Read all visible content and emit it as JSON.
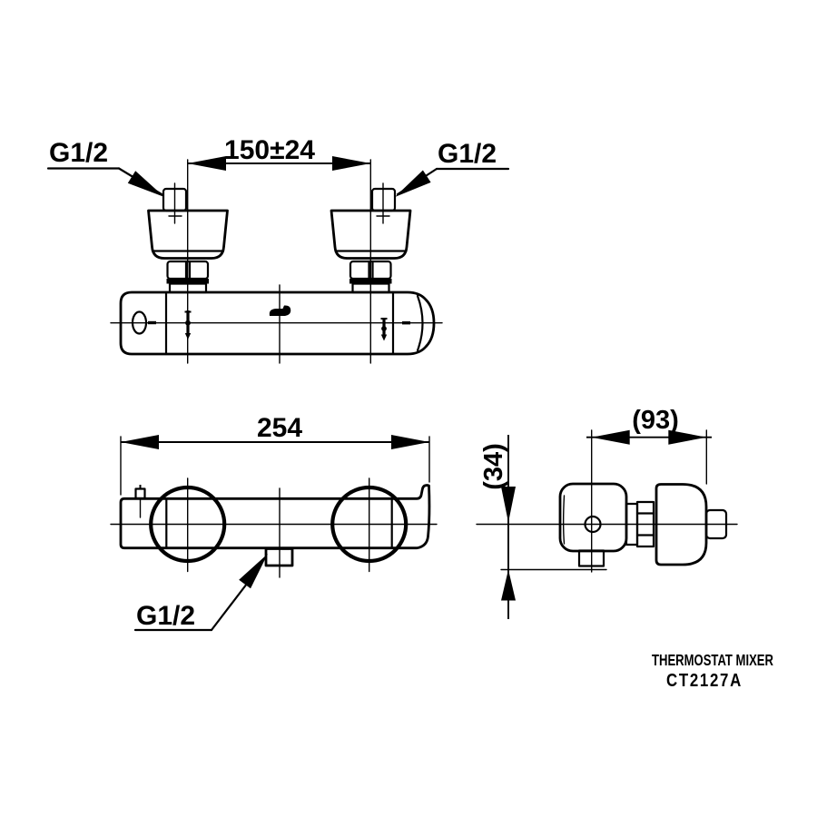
{
  "drawing": {
    "product": {
      "name": "THERMOSTAT MIXER",
      "model": "CT2127A"
    },
    "labels": {
      "thread_top_left": "G1/2",
      "thread_top_right": "G1/2",
      "thread_bottom": "G1/2",
      "inlet_spacing": "150±24",
      "overall_width": "254",
      "depth": "(93)",
      "outlet_drop": "(34)"
    },
    "views": {
      "top": "plan view of mixer body with two eccentric G1/2 inlets",
      "front": "front view, overall width 254 with bottom G1/2 outlet",
      "side": "side view, depth (93), outlet drop (34)"
    },
    "colors": {
      "line": "#000000",
      "background": "#ffffff"
    }
  }
}
